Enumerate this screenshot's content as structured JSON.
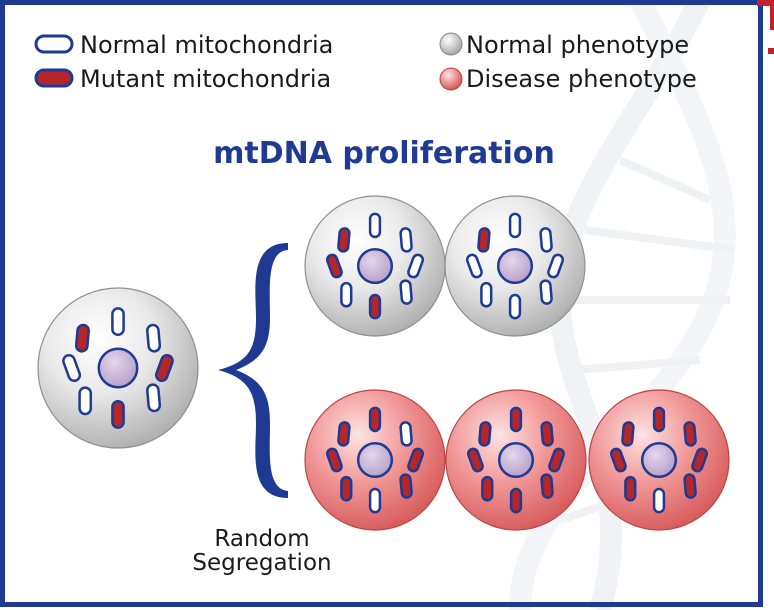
{
  "legend": {
    "normal_mito": "Normal mitochondria",
    "mutant_mito": "Mutant mitochondria",
    "normal_pheno": "Normal phenotype",
    "disease_pheno": "Disease phenotype"
  },
  "title": "mtDNA proliferation",
  "caption": {
    "line1": "Random",
    "line2": "Segregation"
  },
  "colors": {
    "border": "#1f3a93",
    "title": "#1f3a93",
    "brace": "#1f3a93",
    "mutant": "#b5262b",
    "normal_fill": "#ffffff",
    "nucleus": "#c9b5d6",
    "normal_cell": "#d8d8d8",
    "disease_cell": "#ec7f7f"
  },
  "cells": [
    {
      "id": "parent",
      "phenotype": "normal",
      "mitochondria": [
        "normal",
        "mutant",
        "normal",
        "normal",
        "mutant",
        "normal",
        "mutant",
        "normal"
      ]
    },
    {
      "id": "top-1",
      "phenotype": "normal",
      "mitochondria": [
        "normal",
        "mutant",
        "normal",
        "mutant",
        "normal",
        "normal",
        "mutant",
        "normal"
      ]
    },
    {
      "id": "top-2",
      "phenotype": "normal",
      "mitochondria": [
        "normal",
        "mutant",
        "normal",
        "normal",
        "normal",
        "normal",
        "normal",
        "normal"
      ]
    },
    {
      "id": "bottom-1",
      "phenotype": "disease",
      "mitochondria": [
        "mutant",
        "mutant",
        "normal",
        "mutant",
        "mutant",
        "mutant",
        "normal",
        "mutant"
      ]
    },
    {
      "id": "bottom-2",
      "phenotype": "disease",
      "mitochondria": [
        "mutant",
        "mutant",
        "mutant",
        "mutant",
        "mutant",
        "mutant",
        "mutant",
        "mutant"
      ]
    },
    {
      "id": "bottom-3",
      "phenotype": "disease",
      "mitochondria": [
        "mutant",
        "mutant",
        "mutant",
        "mutant",
        "mutant",
        "mutant",
        "normal",
        "mutant"
      ]
    }
  ]
}
